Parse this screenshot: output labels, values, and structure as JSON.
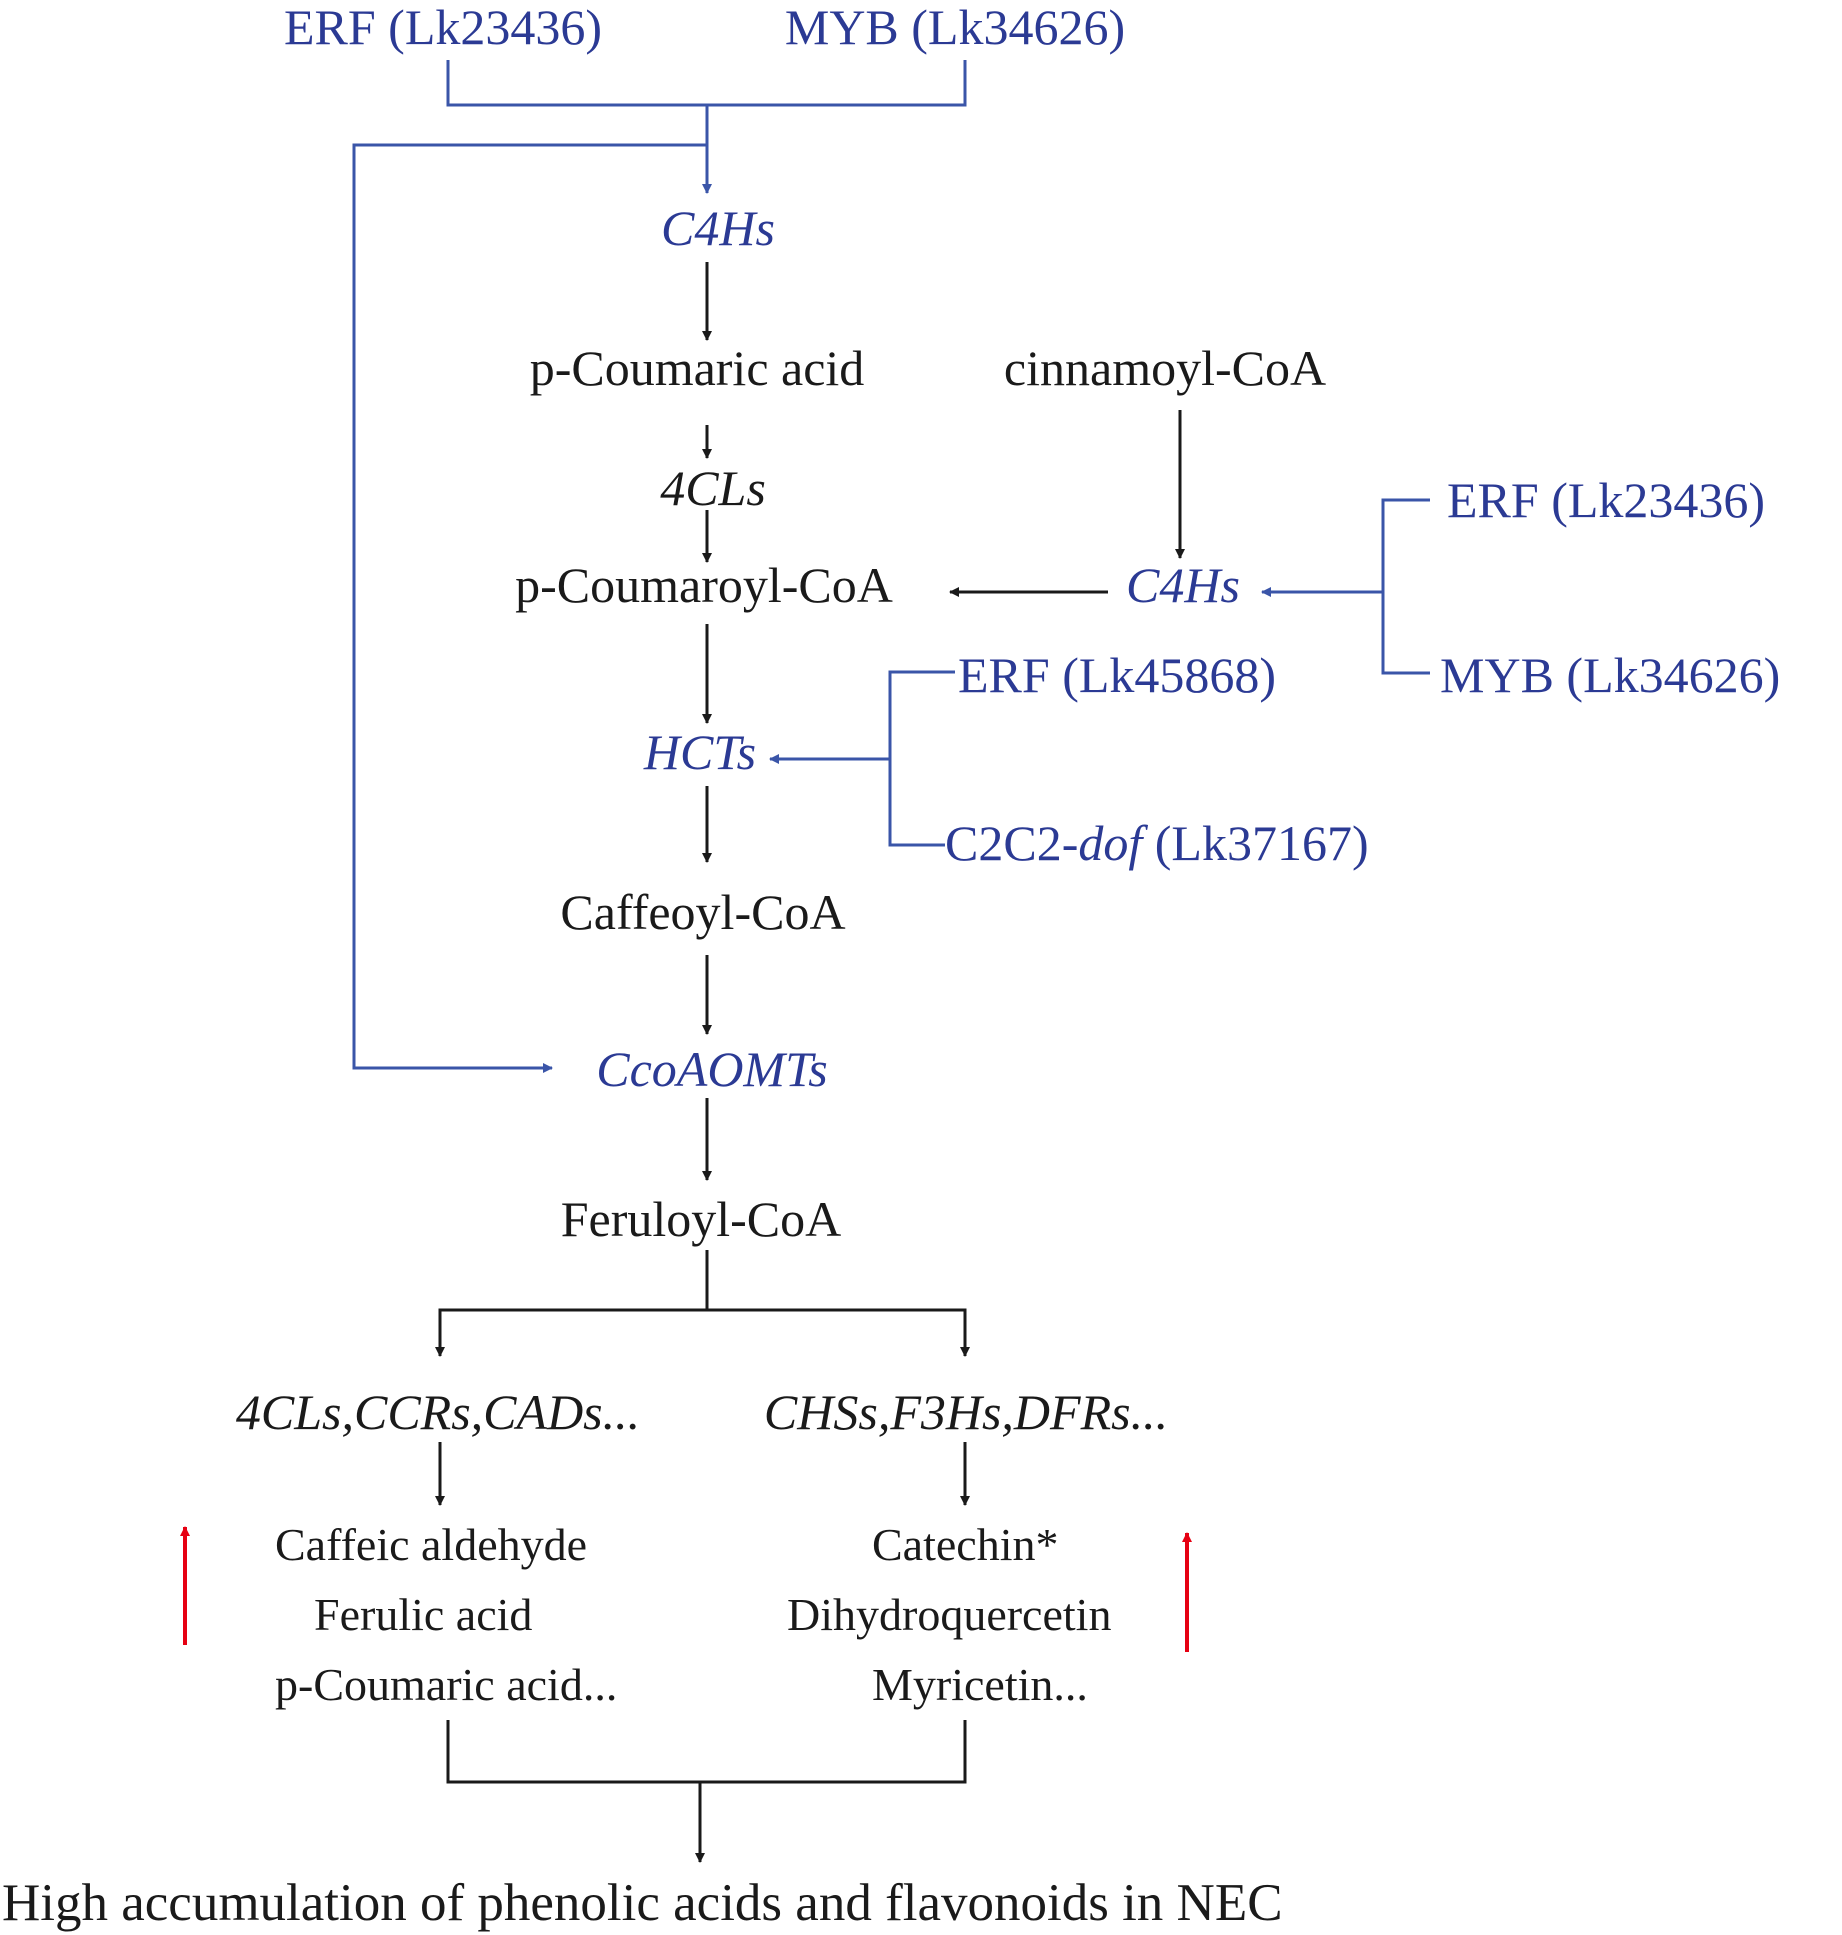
{
  "top_regulators": {
    "erf": "ERF (Lk23436)",
    "myb": "MYB (Lk34626)"
  },
  "pathway": {
    "c4hs_main": "C4Hs",
    "p_coumaric_acid": "p-Coumaric acid",
    "cinnamoyl_coa": "cinnamoyl-CoA",
    "four_cls": "4CLs",
    "p_coumaroyl_coa": "p-Coumaroyl-CoA",
    "c4hs_side": "C4Hs",
    "hcts": "HCTs",
    "caffeoyl_coa": "Caffeoyl-CoA",
    "ccoaomts": "CcoAOMTs",
    "feruloyl_coa": "Feruloyl-CoA"
  },
  "side_regulators": {
    "c4h_erf": "ERF (Lk23436)",
    "c4h_myb": "MYB (Lk34626)",
    "hct_erf": "ERF (Lk45868)",
    "hct_dof_prefix": "C2C2-",
    "hct_dof_italic": "dof",
    "hct_dof_suffix": " (Lk37167)"
  },
  "branches": {
    "left_enzymes": "4CLs,CCRs,CADs...",
    "right_enzymes": "CHSs,F3Hs,DFRs...",
    "left_metabolites": [
      "Caffeic aldehyde",
      "Ferulic acid",
      "p-Coumaric acid..."
    ],
    "right_metabolites": [
      "Catechin*",
      "Dihydroquercetin",
      "Myricetin..."
    ]
  },
  "conclusion": "High accumulation of phenolic acids and flavonoids in NEC",
  "colors": {
    "regulation": "#3a55a8",
    "pathway": "#1a1a1a",
    "increase_arrow": "#e60012"
  }
}
